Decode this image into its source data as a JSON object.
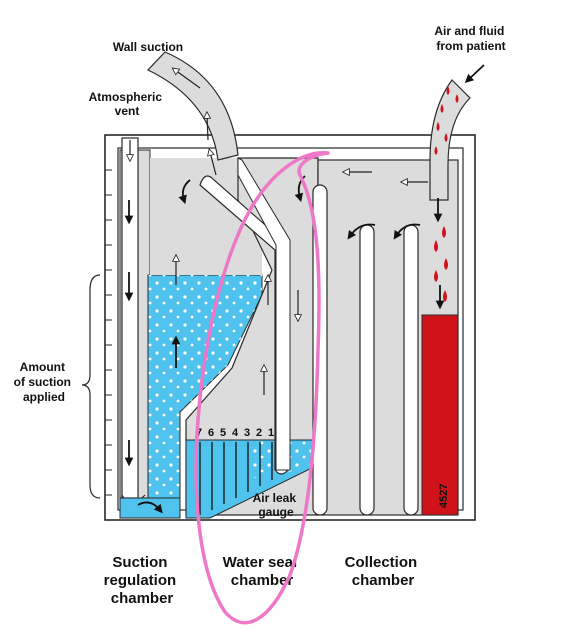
{
  "labels": {
    "wall_suction": "Wall suction",
    "atmospheric_vent": [
      "Atmospheric",
      "vent"
    ],
    "air_fluid": [
      "Air and fluid",
      "from patient"
    ],
    "amount_suction": [
      "Amount",
      "of suction",
      "applied"
    ],
    "air_leak_gauge": [
      "Air leak",
      "gauge"
    ],
    "suction_chamber": [
      "Suction",
      "regulation",
      "chamber"
    ],
    "water_seal_chamber": [
      "Water seal",
      "chamber"
    ],
    "collection_chamber": [
      "Collection",
      "chamber"
    ]
  },
  "gauge_numbers": [
    "7",
    "6",
    "5",
    "4",
    "3",
    "2",
    "1"
  ],
  "code": "4527",
  "colors": {
    "water": "#4fc3ee",
    "blood": "#d0121b",
    "chamber": "#dcdcdc",
    "outline": "#2a2a2a",
    "annotation": "#ee77c8"
  }
}
